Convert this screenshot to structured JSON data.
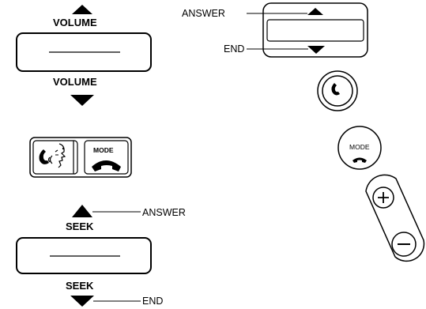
{
  "volume_control": {
    "label_top": "VOLUME",
    "label_bottom": "VOLUME"
  },
  "seek_control": {
    "label_top": "SEEK",
    "label_bottom": "SEEK",
    "callout_up": "ANSWER",
    "callout_down": "END"
  },
  "rocker_control": {
    "callout_up": "ANSWER",
    "callout_down": "END"
  },
  "phone_mode_button": {
    "mode_label": "MODE"
  },
  "round_mode_button": {
    "mode_label": "MODE"
  },
  "icons": [
    "triangle-up-icon",
    "triangle-down-icon",
    "phone-icon",
    "voice-command-icon",
    "hang-up-icon",
    "plus-icon",
    "minus-icon"
  ]
}
